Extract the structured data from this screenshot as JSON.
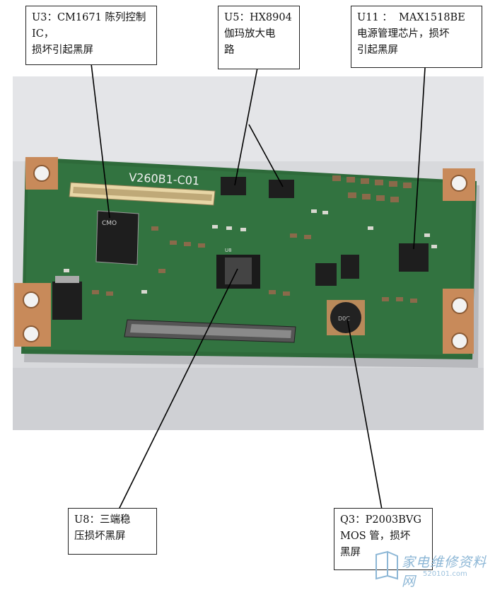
{
  "callouts": {
    "u3": {
      "lines": [
        "U3：CM1671 陈列控制",
        "IC，",
        "损坏引起黑屏"
      ]
    },
    "u5": {
      "lines": [
        "U5：HX8904",
        "伽玛放大电",
        "路"
      ]
    },
    "u11": {
      "lines": [
        "U11 ：  MAX1518BE",
        "电源管理芯片，损坏",
        "引起黑屏"
      ]
    },
    "u8": {
      "lines": [
        "U8：三端稳",
        "压损坏黑屏"
      ]
    },
    "q3": {
      "lines": [
        "Q3：P2003BVG",
        "MOS 管，损坏",
        "黑屏"
      ]
    }
  },
  "board": {
    "model": "V260B1-C01",
    "chip_u3": "CMO",
    "chip_u8": "U8",
    "chip_l": "D0C"
  },
  "watermark": {
    "text": "家电维修资料网",
    "url": "520101.com"
  }
}
